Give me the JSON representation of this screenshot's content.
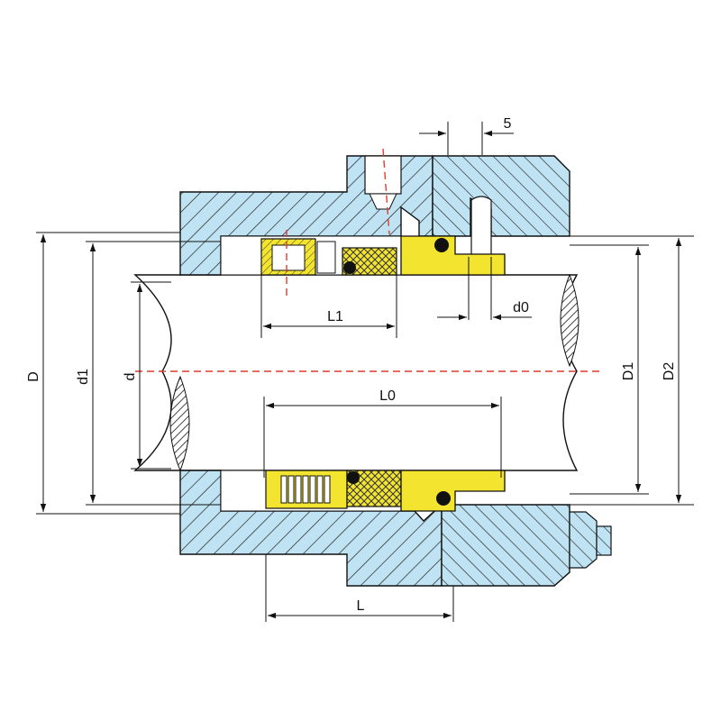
{
  "dimensions": {
    "D": "D",
    "d1": "d1",
    "d": "d",
    "L1": "L1",
    "L0": "L0",
    "L": "L",
    "D1": "D1",
    "D2": "D2",
    "d0": "d0",
    "five": "5"
  },
  "colors": {
    "housing": "#bfe3f3",
    "seal_parts": "#f3e52f",
    "shaft": "#ffffff",
    "center_line": "#e23b2e",
    "lines": "#111111"
  }
}
